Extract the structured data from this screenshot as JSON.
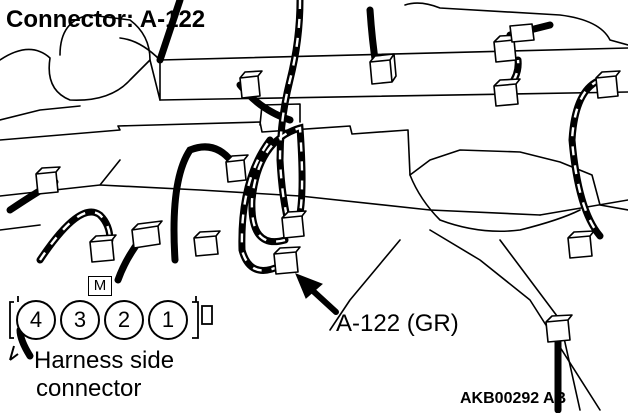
{
  "title": "Connector: A-122",
  "callout_label": "A-122 (GR)",
  "harness_label_line1": "Harness side",
  "harness_label_line2": "connector",
  "figure_code": "AKB00292 AB",
  "connector": {
    "marker": "M",
    "pins": [
      "4",
      "3",
      "2",
      "1"
    ]
  }
}
